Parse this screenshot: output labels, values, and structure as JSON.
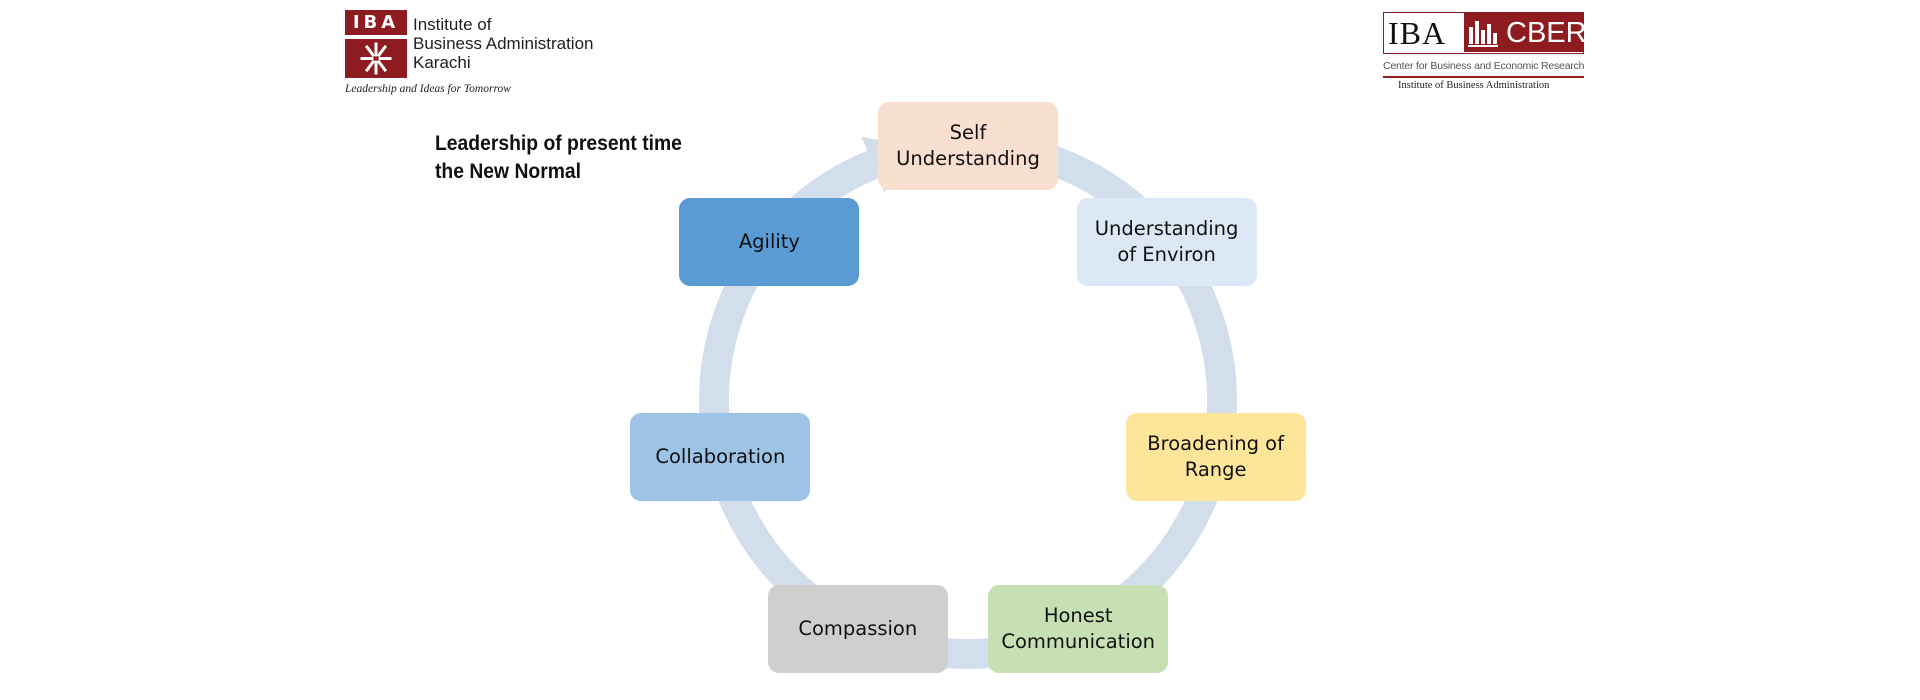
{
  "logos": {
    "iba": {
      "badge_text": "IBA",
      "lines": [
        "Institute of",
        "Business Administration",
        "Karachi"
      ],
      "tagline": "Leadership and Ideas for Tomorrow",
      "brand_color": "#8e1b1f"
    },
    "cber": {
      "left_text": "IBA",
      "right_text": "CBER",
      "subtitle": "Center for Business and Economic Research",
      "institute": "Institute of Business Administration",
      "brand_color": "#8e1b1f"
    }
  },
  "heading": {
    "line1": "Leadership of present time",
    "line2": "the New Normal"
  },
  "cycle": {
    "arrow_color": "#d3deed",
    "nodes": [
      {
        "label": "Self Understanding",
        "fill": "#f9dfcf"
      },
      {
        "label": "Understanding of Environ",
        "fill": "#dce8f5"
      },
      {
        "label": "Broadening of Range",
        "fill": "#fde59a"
      },
      {
        "label": "Honest Communication",
        "fill": "#c6e0b4"
      },
      {
        "label": "Compassion",
        "fill": "#d0cece"
      },
      {
        "label": "Collaboration",
        "fill": "#9dc3e6"
      },
      {
        "label": "Agility",
        "fill": "#5b9bd5"
      }
    ]
  }
}
